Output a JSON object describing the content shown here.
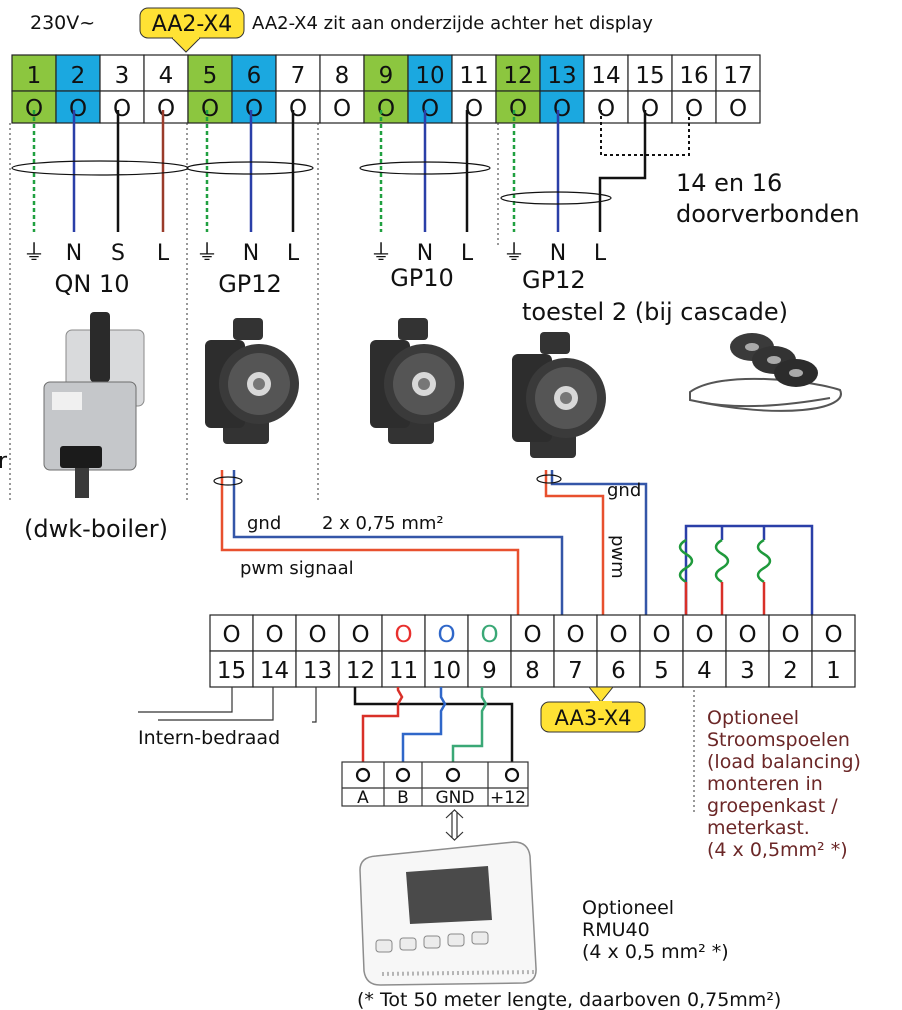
{
  "header": {
    "voltage": "230V~",
    "badge_top": "AA2-X4",
    "note": "AA2-X4 zit aan onderzijde achter het display"
  },
  "top_block": {
    "terminal_numbers": [
      "1",
      "2",
      "3",
      "4",
      "5",
      "6",
      "7",
      "8",
      "9",
      "10",
      "11",
      "12",
      "13",
      "14",
      "15",
      "16",
      "17"
    ],
    "terminal_colors": [
      "#8cc63f",
      "#1ba8e0",
      "#ffffff",
      "#ffffff",
      "#8cc63f",
      "#1ba8e0",
      "#ffffff",
      "#ffffff",
      "#8cc63f",
      "#1ba8e0",
      "#ffffff",
      "#8cc63f",
      "#1ba8e0",
      "#ffffff",
      "#ffffff",
      "#ffffff",
      "#ffffff"
    ],
    "terminal_symbol": "O"
  },
  "devices": {
    "qn10": {
      "pins": [
        "⏚",
        "N",
        "S",
        "L"
      ],
      "name": "QN 10",
      "caption": "(dwk-boiler)"
    },
    "gp12_a": {
      "pins": [
        "⏚",
        "N",
        "L"
      ],
      "name": "GP12"
    },
    "gp10": {
      "pins": [
        "⏚",
        "N",
        "L"
      ],
      "name": "GP10"
    },
    "gp12_b": {
      "pins": [
        "⏚",
        "N",
        "L"
      ],
      "name": "GP12",
      "caption": "toestel 2 (bij cascade)"
    },
    "cut_letter": "r"
  },
  "bridge_note": {
    "line1": "14 en 16",
    "line2": "doorverbonden"
  },
  "wire_labels": {
    "gnd_left": "gnd",
    "cable_size": "2 x 0,75 mm²",
    "pwm_signal": "pwm signaal",
    "gnd_right": "gnd",
    "pwm": "pwm"
  },
  "bottom_block": {
    "terminal_numbers": [
      "15",
      "14",
      "13",
      "12",
      "11",
      "10",
      "9",
      "8",
      "7",
      "6",
      "5",
      "4",
      "3",
      "2",
      "1"
    ],
    "symbol_colors": [
      "#111111",
      "#111111",
      "#111111",
      "#111111",
      "#e8302e",
      "#2f67c9",
      "#3aa876",
      "#111111",
      "#111111",
      "#111111",
      "#111111",
      "#111111",
      "#111111",
      "#111111",
      "#111111"
    ],
    "terminal_symbol": "O",
    "badge": "AA3-X4",
    "internal_label": "Intern-bedraad"
  },
  "rmu_block": {
    "labels": [
      "A",
      "B",
      "GND",
      "+12"
    ]
  },
  "notes": {
    "coils": [
      "Optioneel",
      "Stroomspoelen",
      "(load balancing)",
      "monteren in",
      "groepenkast /",
      "meterkast.",
      "(4 x 0,5mm² *)"
    ],
    "rmu": [
      "Optioneel",
      "RMU40",
      "(4 x 0,5 mm² *)"
    ],
    "footer": "(* Tot 50 meter lengte, daarboven 0,75mm²)"
  },
  "colors": {
    "green_cell": "#8cc63f",
    "blue_cell": "#1ba8e0",
    "badge_yellow": "#ffe234",
    "wire_green": "#20a040",
    "wire_blue": "#2a3fa8",
    "wire_brown": "#9a3b2a",
    "wire_red": "#e8502e",
    "wire_navy": "#3456a8",
    "coil_green": "#1f9a3c",
    "note_maroon": "#6b2727"
  }
}
